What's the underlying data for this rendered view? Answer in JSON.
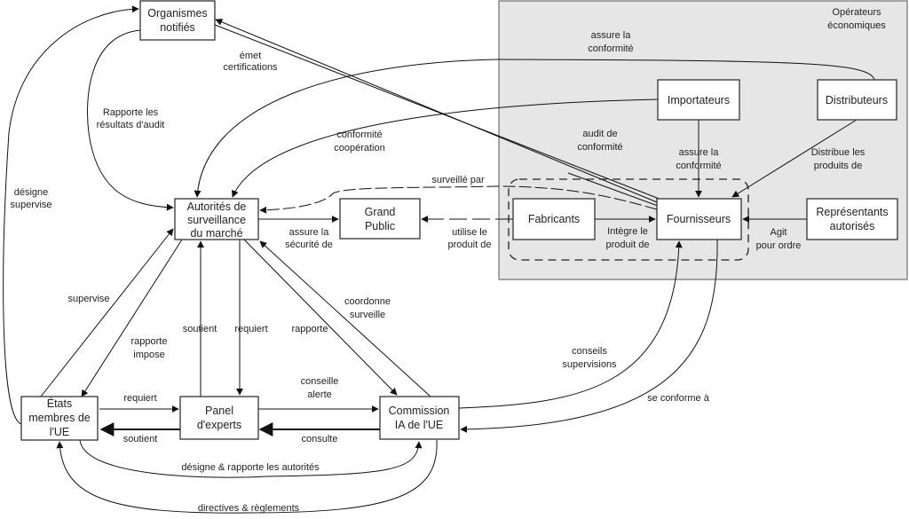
{
  "group": {
    "title": [
      "Opérateurs",
      "économiques"
    ],
    "fill": "#e6e6e6"
  },
  "nodes": {
    "organismes": [
      "Organismes",
      "notifiés"
    ],
    "autorites": [
      "Autorités de",
      "surveillance",
      "du marché"
    ],
    "public": [
      "Grand",
      "Public"
    ],
    "etats": [
      "États",
      "membres de",
      "l'UE"
    ],
    "panel": [
      "Panel",
      "d'experts"
    ],
    "commission": [
      "Commission",
      "IA de l'UE"
    ],
    "importateurs": [
      "Importateurs"
    ],
    "distributeurs": [
      "Distributeurs"
    ],
    "fabricants": [
      "Fabricants"
    ],
    "fournisseurs": [
      "Fournisseurs"
    ],
    "representants": [
      "Représentants",
      "autorisés"
    ]
  },
  "edges": {
    "emet": [
      "émet",
      "certifications"
    ],
    "rapporte_audit": [
      "Rapporte les",
      "résultats d'audit"
    ],
    "designe_supervise": [
      "désigne",
      "supervise"
    ],
    "conformite_coop": [
      "conformité",
      "coopération"
    ],
    "assure_conf_top": [
      "assure la",
      "conformité"
    ],
    "audit_conf": [
      "audit de",
      "conformité"
    ],
    "assure_conf_imp": [
      "assure la",
      "conformité"
    ],
    "distribue": [
      "Distribue les",
      "produits de"
    ],
    "surveille_par": [
      "surveillé par"
    ],
    "assure_securite": [
      "assure la",
      "sécurité de"
    ],
    "utilise": [
      "utilise le",
      "produit de"
    ],
    "integre": [
      "Intègre le",
      "produit de"
    ],
    "agit": [
      "Agit",
      "pour ordre"
    ],
    "supervise": [
      "supervise"
    ],
    "rapporte_impose": [
      "rapporte",
      "impose"
    ],
    "soutient_up": [
      "soutient"
    ],
    "requiert_down": [
      "requiert"
    ],
    "rapporte": [
      "rapporte"
    ],
    "coordonne": [
      "coordonne",
      "surveille"
    ],
    "conseils": [
      "conseils",
      "supervisions"
    ],
    "se_conforme": [
      "se conforme à"
    ],
    "requiert": [
      "requiert"
    ],
    "soutient": [
      "soutient"
    ],
    "conseille": [
      "conseille",
      "alerte"
    ],
    "consulte": [
      "consulte"
    ],
    "designe_rapporte": [
      "désigne & rapporte les autorités"
    ],
    "directives": [
      "directives & règlements"
    ]
  }
}
